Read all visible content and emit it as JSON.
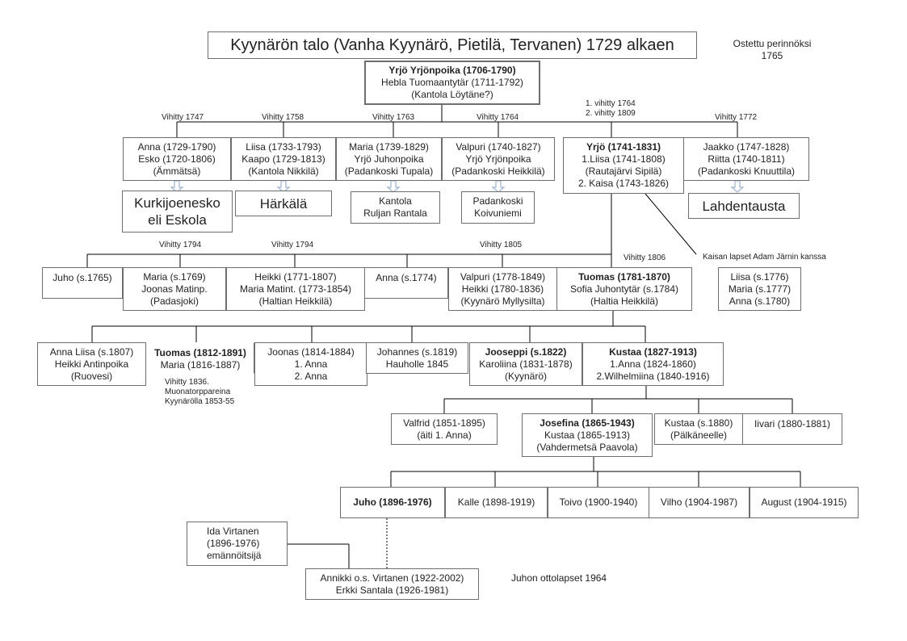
{
  "title": "Kyynärön talo (Vanha Kyynärö, Pietilä, Tervanen) 1729 alkaen",
  "purchase_note": [
    "Ostettu perinnöksi",
    "1765"
  ],
  "root": [
    "Yrjö Yrjönpoika (1706-1790)",
    "Hebla Tuomaantytär (1711-1792)",
    "(Kantola Löytäne?)"
  ],
  "gen1": {
    "marriage_notes": [
      "Vihitty 1747",
      "Vihitty 1758",
      "Vihitty 1763",
      "Vihitty 1764",
      "Vihitty 1772"
    ],
    "yrjo_marriages": [
      "1. vihitty 1764",
      "2. vihitty 1809"
    ],
    "children": [
      [
        "Anna (1729-1790)",
        "Esko (1720-1806)",
        "(Ämmätsä)"
      ],
      [
        "Liisa (1733-1793)",
        "Kaapo (1729-1813)",
        "(Kantola Nikkilä)"
      ],
      [
        "Maria (1739-1829)",
        "Yrjö Juhonpoika",
        "(Padankoski Tupala)"
      ],
      [
        "Valpuri (1740-1827)",
        "Yrjö Yrjönpoika",
        "(Padankoski Heikkilä)"
      ],
      [
        "Yrjö (1741-1831)",
        "1.Liisa (1741-1808)",
        "(Rautajärvi Sipilä)",
        "2. Kaisa (1743-1826)"
      ],
      [
        "Jaakko (1747-1828)",
        "Riitta (1740-1811)",
        "(Padankoski Knuuttila)"
      ]
    ],
    "places": [
      [
        "Kurkijoenesko",
        "eli Eskola"
      ],
      [
        "Härkälä"
      ],
      [
        "Kantola",
        "Ruljan Rantala"
      ],
      [
        "Padankoski",
        "Koivuniemi"
      ],
      [
        "Lahdentausta"
      ]
    ]
  },
  "kaisa_note": "Kaisan lapset Adam Järnin kanssa",
  "kaisa_children": [
    "Liisa (s.1776)",
    "Maria (s.1777)",
    "Anna (s.1780)"
  ],
  "gen2": {
    "marriage_notes": [
      "Vihitty 1794",
      "Vihitty 1794",
      "Vihitty 1805",
      "Vihitty 1806"
    ],
    "children": [
      [
        "Juho (s.1765)"
      ],
      [
        "Maria (s.1769)",
        "Joonas Matinp.",
        "(Padasjoki)"
      ],
      [
        "Heikki (1771-1807)",
        "Maria Matint. (1773-1854)",
        "(Haltian Heikkilä)"
      ],
      [
        "Anna (s.1774)"
      ],
      [
        "Valpuri (1778-1849)",
        "Heikki (1780-1836)",
        "(Kyynärö Myllysilta)"
      ],
      [
        "Tuomas (1781-1870)",
        "Sofia Juhontytär (s.1784)",
        "(Haltia Heikkilä)"
      ]
    ]
  },
  "gen3": {
    "children": [
      [
        "Anna Liisa (s.1807)",
        "Heikki Antinpoika",
        "(Ruovesi)"
      ],
      [
        "Tuomas (1812-1891)",
        "Maria (1816-1887)"
      ],
      [
        "Joonas (1814-1884)",
        "1. Anna",
        "2. Anna"
      ],
      [
        "Johannes (s.1819)",
        "Hauholle 1845"
      ],
      [
        "Jooseppi (s.1822)",
        "Karoliina (1831-1878)",
        "(Kyynärö)"
      ],
      [
        "Kustaa (1827-1913)",
        "1.Anna (1824-1860)",
        "2.Wilhelmiina (1840-1916)"
      ]
    ],
    "tuomas_note": [
      "Vihitty 1836.",
      "Muonatorppareina",
      "Kyynärölla 1853-55"
    ]
  },
  "gen4": {
    "children": [
      [
        "Valfrid (1851-1895)",
        "(äiti 1. Anna)"
      ],
      [
        "Josefina (1865-1943)",
        "Kustaa (1865-1913)",
        "(Vahdermetsä Paavola)"
      ],
      [
        "Kustaa (s.1880)",
        "(Pälkäneelle)"
      ],
      [
        "Iivari (1880-1881)"
      ]
    ]
  },
  "gen5": {
    "children": [
      [
        "Juho (1896-1976)"
      ],
      [
        "Kalle (1898-1919)"
      ],
      [
        "Toivo (1900-1940)"
      ],
      [
        "Vilho (1904-1987)"
      ],
      [
        "August (1904-1915)"
      ]
    ]
  },
  "ida": [
    "Ida Virtanen",
    "(1896-1976)",
    "emännöitsijä"
  ],
  "adopted": [
    "Annikki o.s. Virtanen (1922-2002)",
    "Erkki Santala (1926-1981)"
  ],
  "adopted_note": "Juhon ottolapset 1964",
  "colors": {
    "line": "#000000",
    "border": "#6e6e6e",
    "arrow": "#9ab5d6"
  }
}
